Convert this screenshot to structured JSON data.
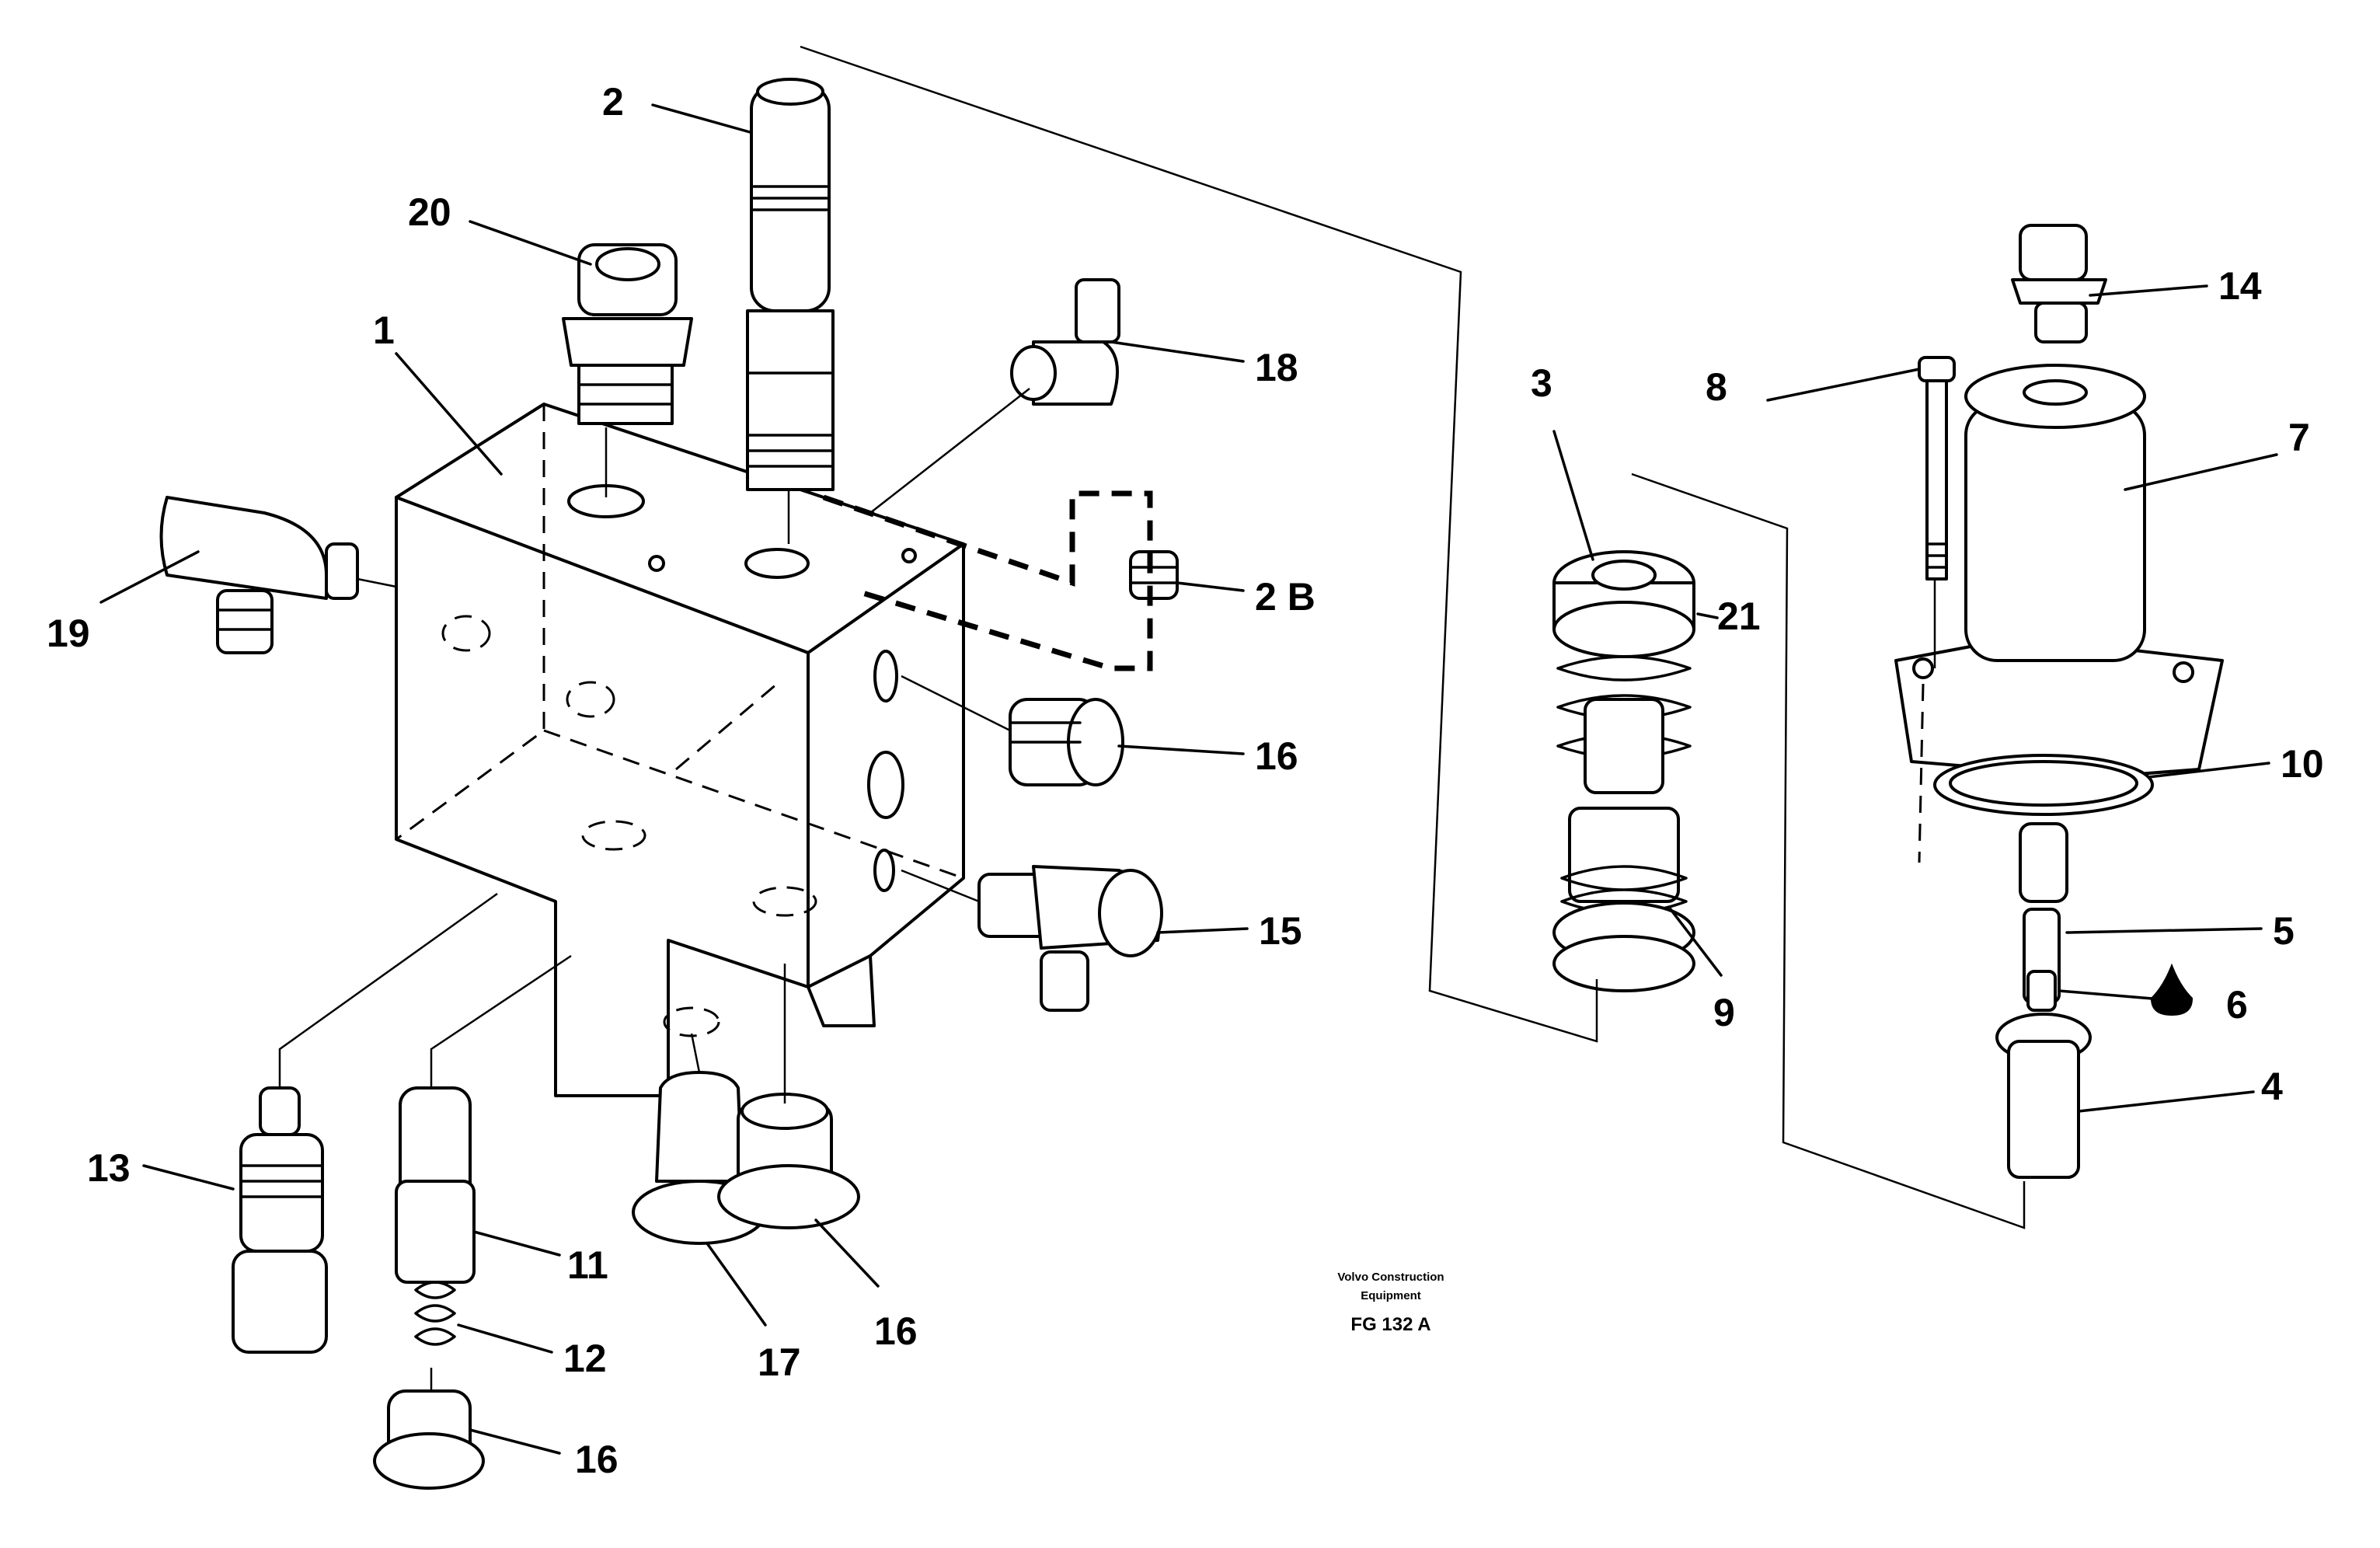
{
  "labels": {
    "1": "1",
    "2": "2",
    "2b": "2 B",
    "3": "3",
    "4": "4",
    "5": "5",
    "6": "6",
    "7": "7",
    "8": "8",
    "9": "9",
    "10": "10",
    "11": "11",
    "12": "12",
    "13": "13",
    "14": "14",
    "15": "15",
    "16a": "16",
    "16b": "16",
    "16c": "16",
    "17": "17",
    "18": "18",
    "19": "19",
    "20": "20",
    "21": "21"
  },
  "credit": {
    "line1": "Volvo Construction",
    "line2": "Equipment",
    "code": "FG 132 A"
  },
  "icons": {
    "oil_drop": "oil-drop-icon"
  }
}
